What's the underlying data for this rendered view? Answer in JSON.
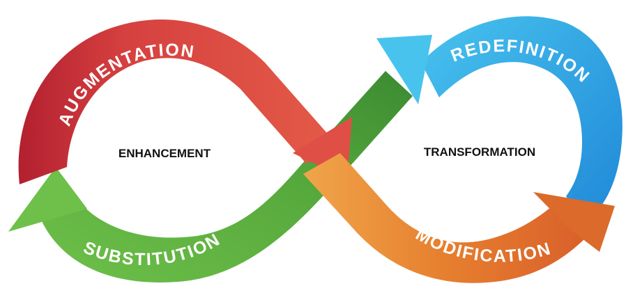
{
  "diagram": {
    "arcs": {
      "augmentation": "AUGMENTATION",
      "redefinition": "REDEFINITION",
      "substitution": "SUBSTITUTION",
      "modification": "MODIFICATION"
    },
    "centers": {
      "left": "ENHANCEMENT",
      "right": "TRANSFORMATION"
    },
    "colors": {
      "red": "#d5463f",
      "blue": "#2b9ee0",
      "green": "#5fb43f",
      "orange": "#e47e30",
      "label_text": "#ffffff",
      "center_text": "#111111"
    }
  }
}
